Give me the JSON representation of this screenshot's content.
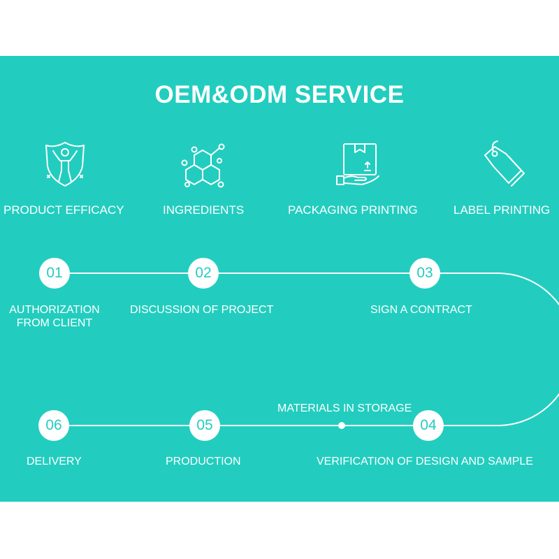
{
  "title": "OEM&ODM SERVICE",
  "colors": {
    "background": "#22cdbf",
    "foreground": "#ffffff"
  },
  "services": [
    {
      "label": "PRODUCT EFFICACY",
      "icon": "strength-shield-icon"
    },
    {
      "label": "INGREDIENTS",
      "icon": "molecule-icon"
    },
    {
      "label": "PACKAGING PRINTING",
      "icon": "package-box-icon"
    },
    {
      "label": "LABEL PRINTING",
      "icon": "price-tag-icon"
    }
  ],
  "steps": [
    {
      "number": "01",
      "label_line1": "AUTHORIZATION",
      "label_line2": "FROM CLIENT"
    },
    {
      "number": "02",
      "label_line1": "DISCUSSION OF PROJECT",
      "label_line2": ""
    },
    {
      "number": "03",
      "label_line1": "SIGN A CONTRACT",
      "label_line2": ""
    },
    {
      "number": "04",
      "label_line1": "VERIFICATION OF DESIGN AND SAMPLE",
      "label_line2": ""
    },
    {
      "number": "05",
      "label_line1": "PRODUCTION",
      "label_line2": ""
    },
    {
      "number": "06",
      "label_line1": "DELIVERY",
      "label_line2": ""
    }
  ],
  "intermediate": {
    "label": "MATERIALS IN STORAGE"
  }
}
